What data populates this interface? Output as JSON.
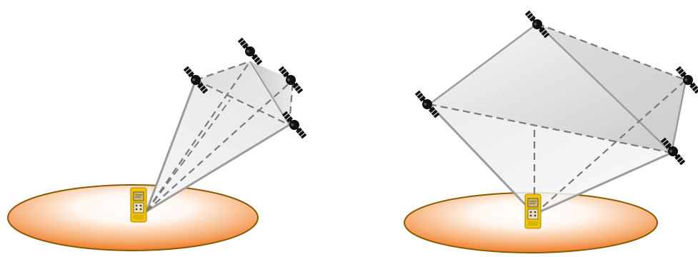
{
  "figure": {
    "background": "#ffffff",
    "panels": [
      {
        "id": "narrow-constellation",
        "satellite_count": 4,
        "receiver": "yellow-gps-handheld",
        "ground": "orange-gradient-ellipse"
      },
      {
        "id": "wide-constellation",
        "satellite_count": 4,
        "receiver": "yellow-gps-handheld",
        "ground": "orange-gradient-ellipse"
      }
    ],
    "colors": {
      "ground_edge": "#8a5a00",
      "ground_fill": "#ef7d2a",
      "receiver_body": "#f2c300",
      "receiver_screen": "#cdb679",
      "satellite": "#111111",
      "solid_line": "#9c9c9c",
      "dashed_line": "#7a7a7a",
      "volume_fill": "#dcdcdc"
    }
  }
}
